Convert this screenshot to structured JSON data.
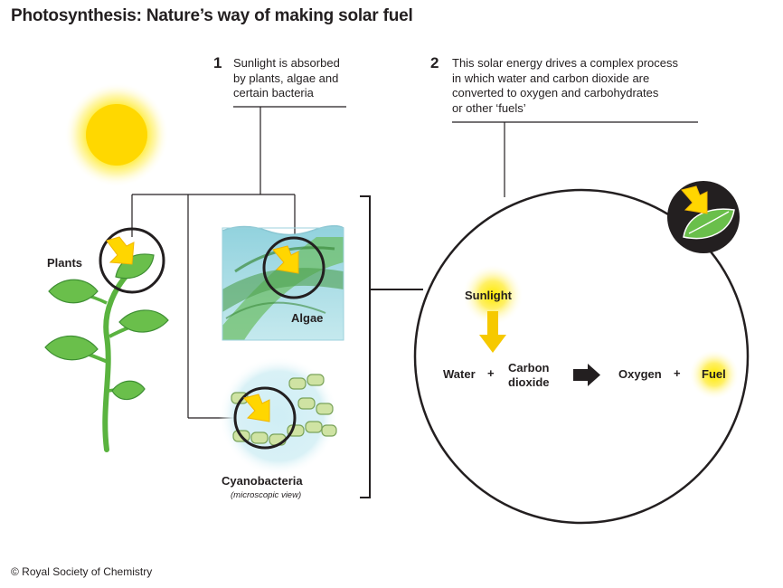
{
  "title": "Photosynthesis: Nature’s way of making solar fuel",
  "steps": [
    {
      "number": "1",
      "lines": [
        "Sunlight is absorbed",
        "by plants, algae and",
        "certain bacteria"
      ]
    },
    {
      "number": "2",
      "lines": [
        "This solar energy drives a complex process",
        "in which water and carbon dioxide are",
        "converted to oxygen and carbohydrates",
        "or other ‘fuels’"
      ]
    }
  ],
  "organisms": {
    "plants": "Plants",
    "algae": "Algae",
    "cyanobacteria": "Cyanobacteria",
    "cyanobacteria_note": "(microscopic view)"
  },
  "reaction": {
    "sunlight": "Sunlight",
    "reactant_1": "Water",
    "plus_1": "+",
    "reactant_2_line1": "Carbon",
    "reactant_2_line2": "dioxide",
    "product_1": "Oxygen",
    "plus_2": "+",
    "product_2": "Fuel"
  },
  "copyright": "© Royal Society of Chemistry",
  "colors": {
    "sun": "#ffd800",
    "sunlight_arrow": "#f6c900",
    "leaf_green": "#6abf4b",
    "leaf_dark": "#3e8f33",
    "algae_water": "#a8dbe4",
    "outline": "#231f20"
  },
  "icons": [
    "sun-icon",
    "plant-icon",
    "sunlight-arrow-icon",
    "leaf-icon",
    "reaction-arrow-icon"
  ]
}
